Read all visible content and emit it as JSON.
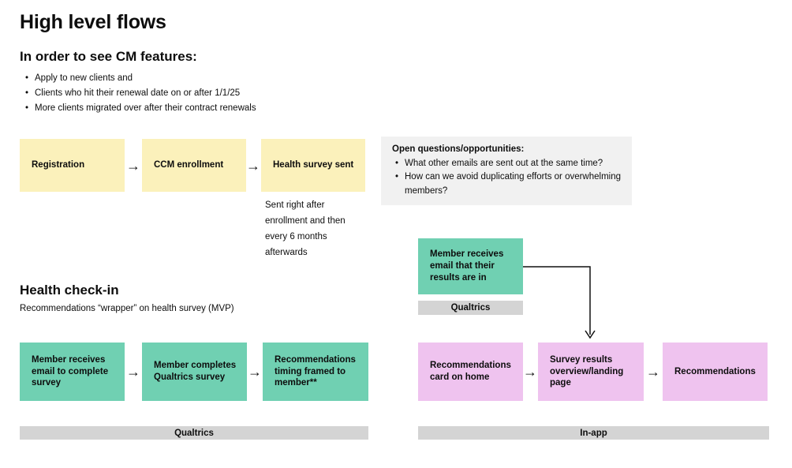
{
  "page": {
    "title": "High level flows"
  },
  "cm_features": {
    "heading": "In order to see CM features:",
    "bullets": [
      "Apply to new clients and",
      "Clients who hit their renewal date on or after 1/1/25",
      "More clients migrated over after their contract renewals"
    ]
  },
  "registration_flow": {
    "steps": [
      "Registration",
      "CCM enrollment",
      "Health survey sent"
    ],
    "note": "Sent right after enrollment and then every 6 months afterwards"
  },
  "open_questions": {
    "heading": "Open questions/opportunities:",
    "bullets": [
      "What other emails are sent out at the same time?",
      "How can we avoid duplicating efforts or overwhelming members?"
    ]
  },
  "results_email": {
    "box": "Member receives email that their results are in",
    "platform": "Qualtrics"
  },
  "health_checkin": {
    "heading": "Health check-in",
    "subtitle": "Recommendations “wrapper” on health survey (MVP)"
  },
  "survey_flow": {
    "steps": [
      "Member receives email to complete survey",
      "Member completes Qualtrics survey",
      "Recommendations timing framed to member**"
    ],
    "platform": "Qualtrics"
  },
  "inapp_flow": {
    "steps": [
      "Recommendations card on home",
      "Survey results overview/landing page",
      "Recommendations"
    ],
    "platform": "In-app"
  },
  "icons": {
    "arrow_right": "→"
  },
  "colors": {
    "yellow": "#FBF1BB",
    "green": "#70D0B2",
    "pink": "#EFC3EF",
    "gray_bar": "#D4D4D4",
    "gray_panel": "#F1F1F1",
    "text": "#0d0d0d"
  }
}
